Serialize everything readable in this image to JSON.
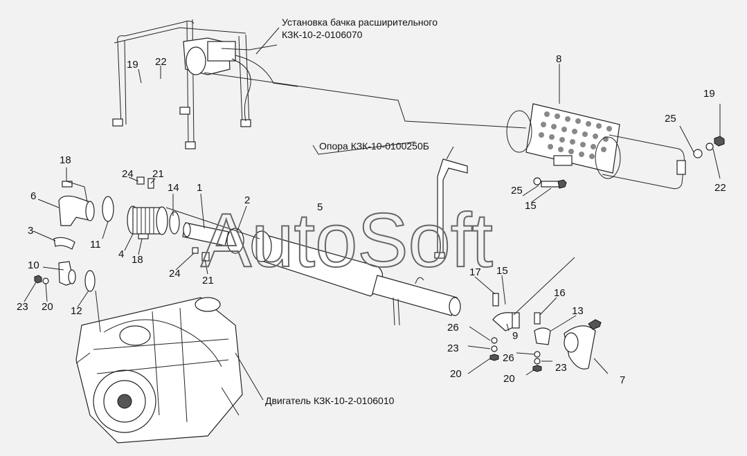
{
  "captions": {
    "tank": [
      "Установка бачка расширительного",
      "КЗК-10-2-0106070"
    ],
    "support": "Опора КЗК-10-0100250Б",
    "engine": "Двигатель КЗК-10-2-0106010"
  },
  "watermark": "AutoSoft",
  "callouts": [
    {
      "id": "c1",
      "text": "1"
    },
    {
      "id": "c2",
      "text": "2"
    },
    {
      "id": "c3",
      "text": "3"
    },
    {
      "id": "c4",
      "text": "4"
    },
    {
      "id": "c5",
      "text": "5"
    },
    {
      "id": "c6",
      "text": "6"
    },
    {
      "id": "c7",
      "text": "7"
    },
    {
      "id": "c8",
      "text": "8"
    },
    {
      "id": "c9",
      "text": "9"
    },
    {
      "id": "c10",
      "text": "10"
    },
    {
      "id": "c11",
      "text": "11"
    },
    {
      "id": "c12",
      "text": "12"
    },
    {
      "id": "c13",
      "text": "13"
    },
    {
      "id": "c14",
      "text": "14"
    },
    {
      "id": "c15a",
      "text": "15"
    },
    {
      "id": "c15b",
      "text": "15"
    },
    {
      "id": "c16",
      "text": "16"
    },
    {
      "id": "c17",
      "text": "17"
    },
    {
      "id": "c18a",
      "text": "18"
    },
    {
      "id": "c18b",
      "text": "18"
    },
    {
      "id": "c19a",
      "text": "19"
    },
    {
      "id": "c19b",
      "text": "19"
    },
    {
      "id": "c20a",
      "text": "20"
    },
    {
      "id": "c20b",
      "text": "20"
    },
    {
      "id": "c20c",
      "text": "20"
    },
    {
      "id": "c21a",
      "text": "21"
    },
    {
      "id": "c21b",
      "text": "21"
    },
    {
      "id": "c22a",
      "text": "22"
    },
    {
      "id": "c22b",
      "text": "22"
    },
    {
      "id": "c23a",
      "text": "23"
    },
    {
      "id": "c23b",
      "text": "23"
    },
    {
      "id": "c23c",
      "text": "23"
    },
    {
      "id": "c24a",
      "text": "24"
    },
    {
      "id": "c24b",
      "text": "24"
    },
    {
      "id": "c25a",
      "text": "25"
    },
    {
      "id": "c25b",
      "text": "25"
    },
    {
      "id": "c26a",
      "text": "26"
    },
    {
      "id": "c26b",
      "text": "26"
    }
  ]
}
